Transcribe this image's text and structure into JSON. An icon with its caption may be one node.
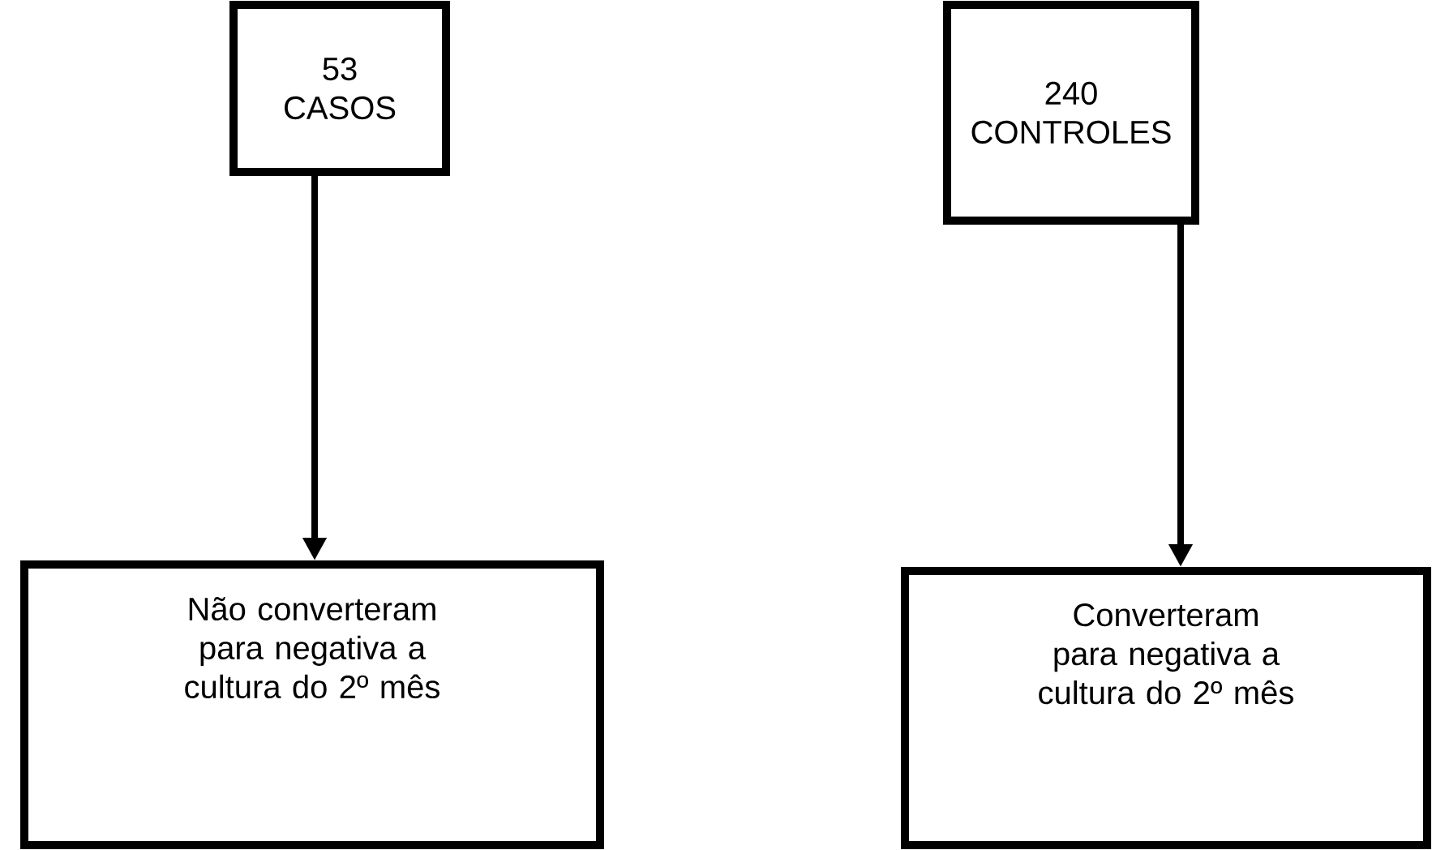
{
  "diagram": {
    "nodes": [
      {
        "text": [
          "53",
          "CASOS"
        ]
      },
      {
        "text": [
          "240",
          "CONTROLES"
        ]
      },
      {
        "text": [
          "Não converteram para negativa a cultura do 2º mês"
        ]
      },
      {
        "text": [
          "Converteram para negativa a cultura do 2º mês"
        ]
      }
    ],
    "edges": [
      {
        "from": 0,
        "to": 2,
        "arrow": "to"
      },
      {
        "from": 1,
        "to": 3,
        "arrow": "to"
      }
    ]
  }
}
